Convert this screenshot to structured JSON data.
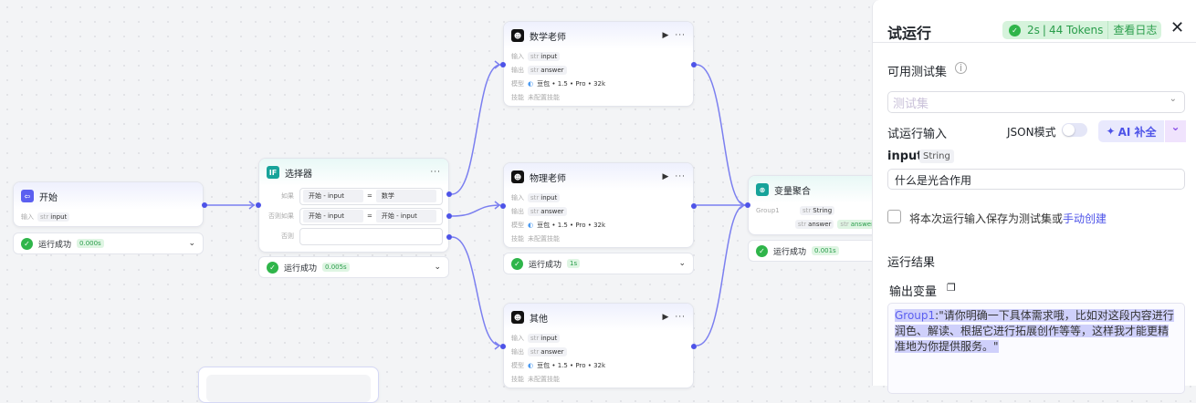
{
  "nodes": {
    "start": {
      "title": "开始",
      "input_label": "输入",
      "input_var": "input",
      "status": "运行成功",
      "time": "0.000s"
    },
    "selector": {
      "title": "选择器",
      "if_label": "如果",
      "elseif_label": "否则如果",
      "else_label": "否则",
      "c1_left": "开始 - input",
      "c1_op": "=",
      "c1_right": "数学",
      "c2_left": "开始 - input",
      "c2_op": "=",
      "c2_right": "开始 - input",
      "status": "运行成功",
      "time": "0.005s"
    },
    "llms": [
      {
        "title": "数学老师",
        "in_label": "输入",
        "in_var": "input",
        "out_label": "输出",
        "out_var": "answer",
        "model_label": "模型",
        "model": "豆包 • 1.5 • Pro • 32k",
        "skill_label": "技能",
        "skill": "未配置技能"
      },
      {
        "title": "物理老师",
        "in_label": "输入",
        "in_var": "input",
        "out_label": "输出",
        "out_var": "answer",
        "model_label": "模型",
        "model": "豆包 • 1.5 • Pro • 32k",
        "skill_label": "技能",
        "skill": "未配置技能",
        "status": "运行成功",
        "time": "1s"
      },
      {
        "title": "其他",
        "in_label": "输入",
        "in_var": "input",
        "out_label": "输出",
        "out_var": "answer",
        "model_label": "模型",
        "model": "豆包 • 1.5 • Pro • 32k",
        "skill_label": "技能",
        "skill": "未配置技能"
      }
    ],
    "aggregate": {
      "title": "变量聚合",
      "group": "Group1",
      "type": "String",
      "var": "answer",
      "var2": "answer",
      "status": "运行成功",
      "time": "0.001s"
    },
    "type_prefix": "str"
  },
  "panel": {
    "title": "试运行",
    "run_time": "2s",
    "tokens": "44 Tokens",
    "view_log": "查看日志",
    "testset_label": "可用测试集",
    "testset_placeholder": "测试集",
    "input_section": "试运行输入",
    "json_mode": "JSON模式",
    "ai_fill": "AI 补全",
    "input_name": "input",
    "input_type": "String",
    "input_value": "什么是光合作用",
    "save_text": "将本次运行输入保存为测试集或",
    "manual_create": "手动创建",
    "result_title": "运行结果",
    "output_var_title": "输出变量",
    "output_key": "Group1",
    "output_value": "\"请你明确一下具体需求哦，比如对这段内容进行润色、解读、根据它进行拓展创作等等，这样我才能更精准地为你提供服务。\""
  },
  "colors": {
    "accent": "#4d53e8",
    "success": "#2fb54a"
  }
}
